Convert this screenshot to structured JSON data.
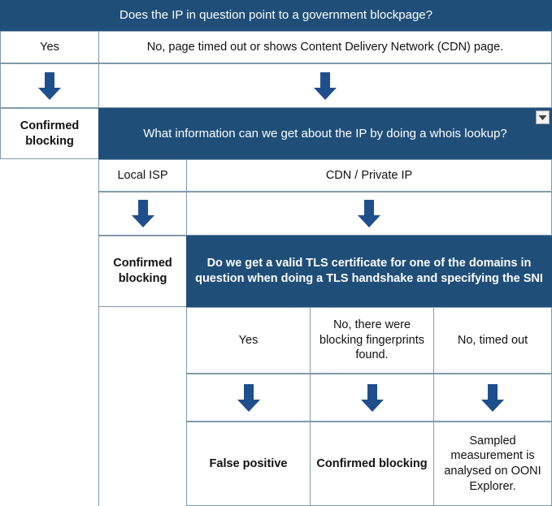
{
  "chart_data": {
    "type": "table",
    "title": "Does the IP in question point to a government blockpage?",
    "description": "OONI IP-blocking verification decision tree rendered as a spreadsheet-style flowchart"
  },
  "colors": {
    "header_blue": "#1f4e79",
    "arrow_blue": "#1f4e8c",
    "grid_line": "#7f9bab",
    "text": "#111111"
  },
  "rows": {
    "q1": {
      "question": "Does the IP in question point to a government blockpage?",
      "answer_yes": "Yes",
      "answer_no": "No, page timed out or shows Content Delivery Network (CDN) page.",
      "outcome_yes": "Confirmed blocking"
    },
    "q2": {
      "question": "What information can we get about the IP by doing a whois lookup?",
      "answer_local_isp": "Local ISP",
      "answer_cdn": "CDN / Private IP",
      "outcome_local_isp": "Confirmed blocking"
    },
    "q3": {
      "question": "Do we get a valid TLS certificate for one of the domains in question when doing a TLS handshake and specifying the SNI",
      "answer_yes": "Yes",
      "answer_fingerprints": "No, there were blocking fingerprints found.",
      "answer_timeout": "No, timed out",
      "outcome_yes": "False positive",
      "outcome_fingerprints": "Confirmed blocking",
      "outcome_timeout": "Sampled measurement is analysed on OONI Explorer."
    }
  },
  "icons": {
    "arrow_down": "down-arrow",
    "dropdown": "filter-dropdown"
  }
}
